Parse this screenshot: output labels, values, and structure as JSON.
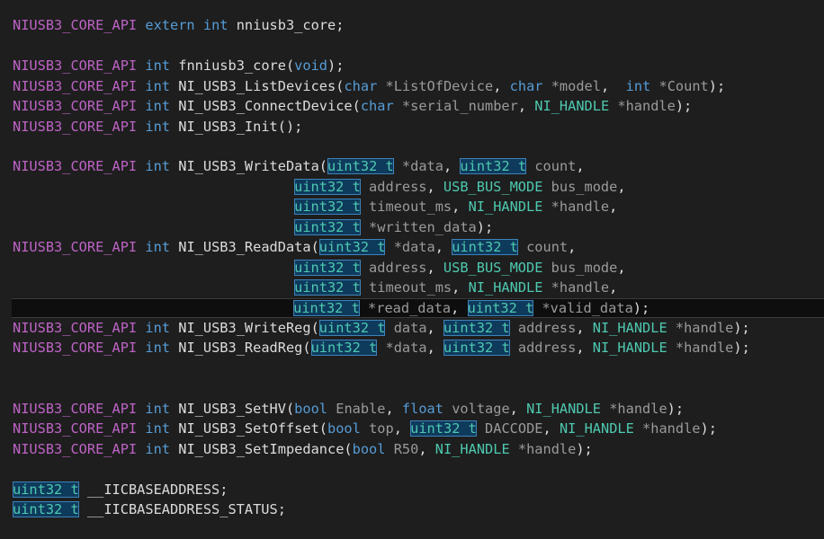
{
  "macro": "NIUSB3_CORE_API",
  "kw": {
    "extern": "extern",
    "int": "int",
    "void": "void",
    "char": "char",
    "bool": "bool",
    "float": "float"
  },
  "types": {
    "u32": "uint32_t",
    "handle": "NI_HANDLE",
    "busmode": "USB_BUS_MODE"
  },
  "p": {
    "ListOfDevice": "*ListOfDevice",
    "model": "*model",
    "Count": "*Count",
    "serial_number": "*serial_number",
    "handle": "*handle",
    "data": "*data",
    "count": "count",
    "address": "address",
    "bus_mode": "bus_mode",
    "timeout_ms": "timeout_ms",
    "written_data": "*written_data",
    "read_data": "*read_data",
    "valid_data": "*valid_data",
    "data_val": "data",
    "Enable": "Enable",
    "voltage": "voltage",
    "top": "top",
    "DACCODE": "DACCODE",
    "R50": "R50"
  },
  "names": {
    "nniusb3_core": "nniusb3_core;",
    "fnniusb3_core": "fnniusb3_core(",
    "ListDevices": "NI_USB3_ListDevices(",
    "ConnectDevice": "NI_USB3_ConnectDevice(",
    "Init": "NI_USB3_Init();",
    "WriteData": "NI_USB3_WriteData(",
    "ReadData": "NI_USB3_ReadData(",
    "WriteReg": "NI_USB3_WriteReg(",
    "ReadReg": "NI_USB3_ReadReg(",
    "SetHV": "NI_USB3_SetHV(",
    "SetOffset": "NI_USB3_SetOffset(",
    "SetImpedance": "NI_USB3_SetImpedance(",
    "iic": "__IICBASEADDRESS;",
    "iic_status": "__IICBASEADDRESS_STATUS;"
  }
}
